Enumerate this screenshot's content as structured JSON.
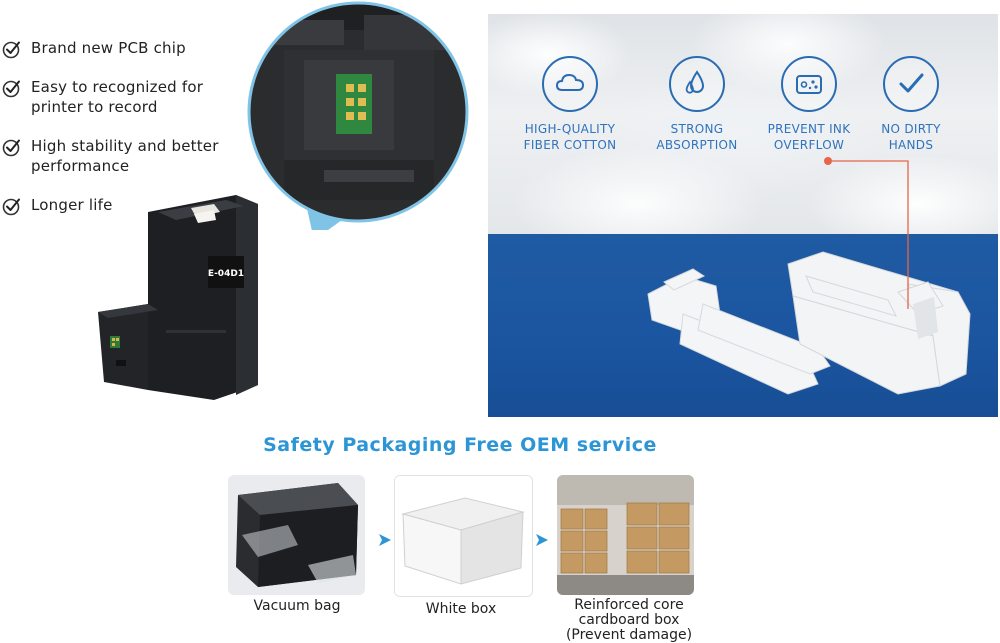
{
  "features": [
    {
      "text": "Brand new PCB chip"
    },
    {
      "text": "Easy to recognized for printer to record"
    },
    {
      "text": "High stability and better performance"
    },
    {
      "text": "Longer life"
    }
  ],
  "product": {
    "label_text": "E-04D1"
  },
  "badges": [
    {
      "icon": "cloud-icon",
      "line1": "HIGH-QUALITY",
      "line2": "FIBER COTTON"
    },
    {
      "icon": "water-drops-icon",
      "line1": "STRONG",
      "line2": "ABSORPTION"
    },
    {
      "icon": "overflow-box-icon",
      "line1": "PREVENT INK",
      "line2": "OVERFLOW"
    },
    {
      "icon": "checkmark-icon",
      "line1": "NO DIRTY",
      "line2": "HANDS"
    }
  ],
  "packaging": {
    "title": "Safety Packaging Free OEM service",
    "steps": [
      {
        "line1": "Vacuum bag",
        "line2": "",
        "line3": ""
      },
      {
        "line1": "White box",
        "line2": "",
        "line3": ""
      },
      {
        "line1": "Reinforced core",
        "line2": "cardboard box",
        "line3": "(Prevent damage)"
      }
    ]
  },
  "colors": {
    "accent_blue": "#2b95d6",
    "badge_blue": "#2f73bd",
    "panel_blue": "#1b55a0",
    "leader_orange": "#e8644a"
  }
}
